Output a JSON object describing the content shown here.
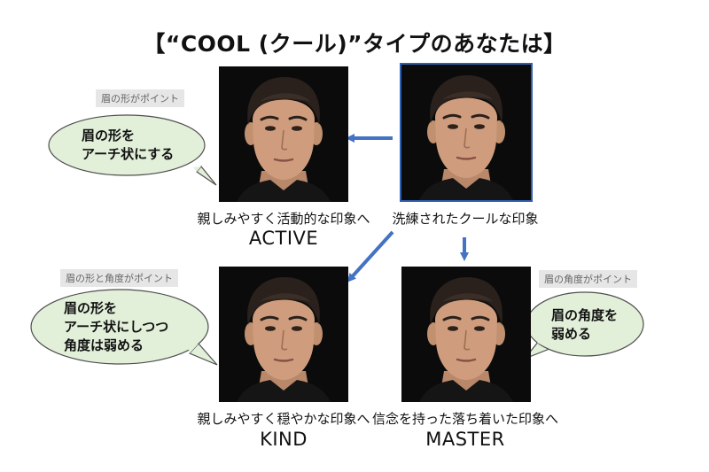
{
  "title": "【“COOL (クール)”タイプのあなたは】",
  "center": {
    "caption": "洗練されたクールな印象"
  },
  "active": {
    "tag": "眉の形がポイント",
    "bubble_lines": [
      "眉の形を",
      "アーチ状にする"
    ],
    "caption": "親しみやすく活動的な印象へ",
    "name": "ACTIVE"
  },
  "kind": {
    "tag": "眉の形と角度がポイント",
    "bubble_lines": [
      "眉の形を",
      "アーチ状にしつつ",
      "角度は弱める"
    ],
    "caption": "親しみやすく穏やかな印象へ",
    "name": "KIND"
  },
  "master": {
    "tag": "眉の角度がポイント",
    "bubble_lines": [
      "眉の角度を",
      "弱める"
    ],
    "caption": "信念を持った落ち着いた印象へ",
    "name": "MASTER"
  },
  "colors": {
    "arrow": "#4472c4",
    "bubble_fill": "#e2efd9",
    "bubble_stroke": "#4f4f4f",
    "photo_bg": "#0b0b0b",
    "selected_border": "#2f5fb0"
  },
  "icons": {
    "face": "face-photo"
  }
}
